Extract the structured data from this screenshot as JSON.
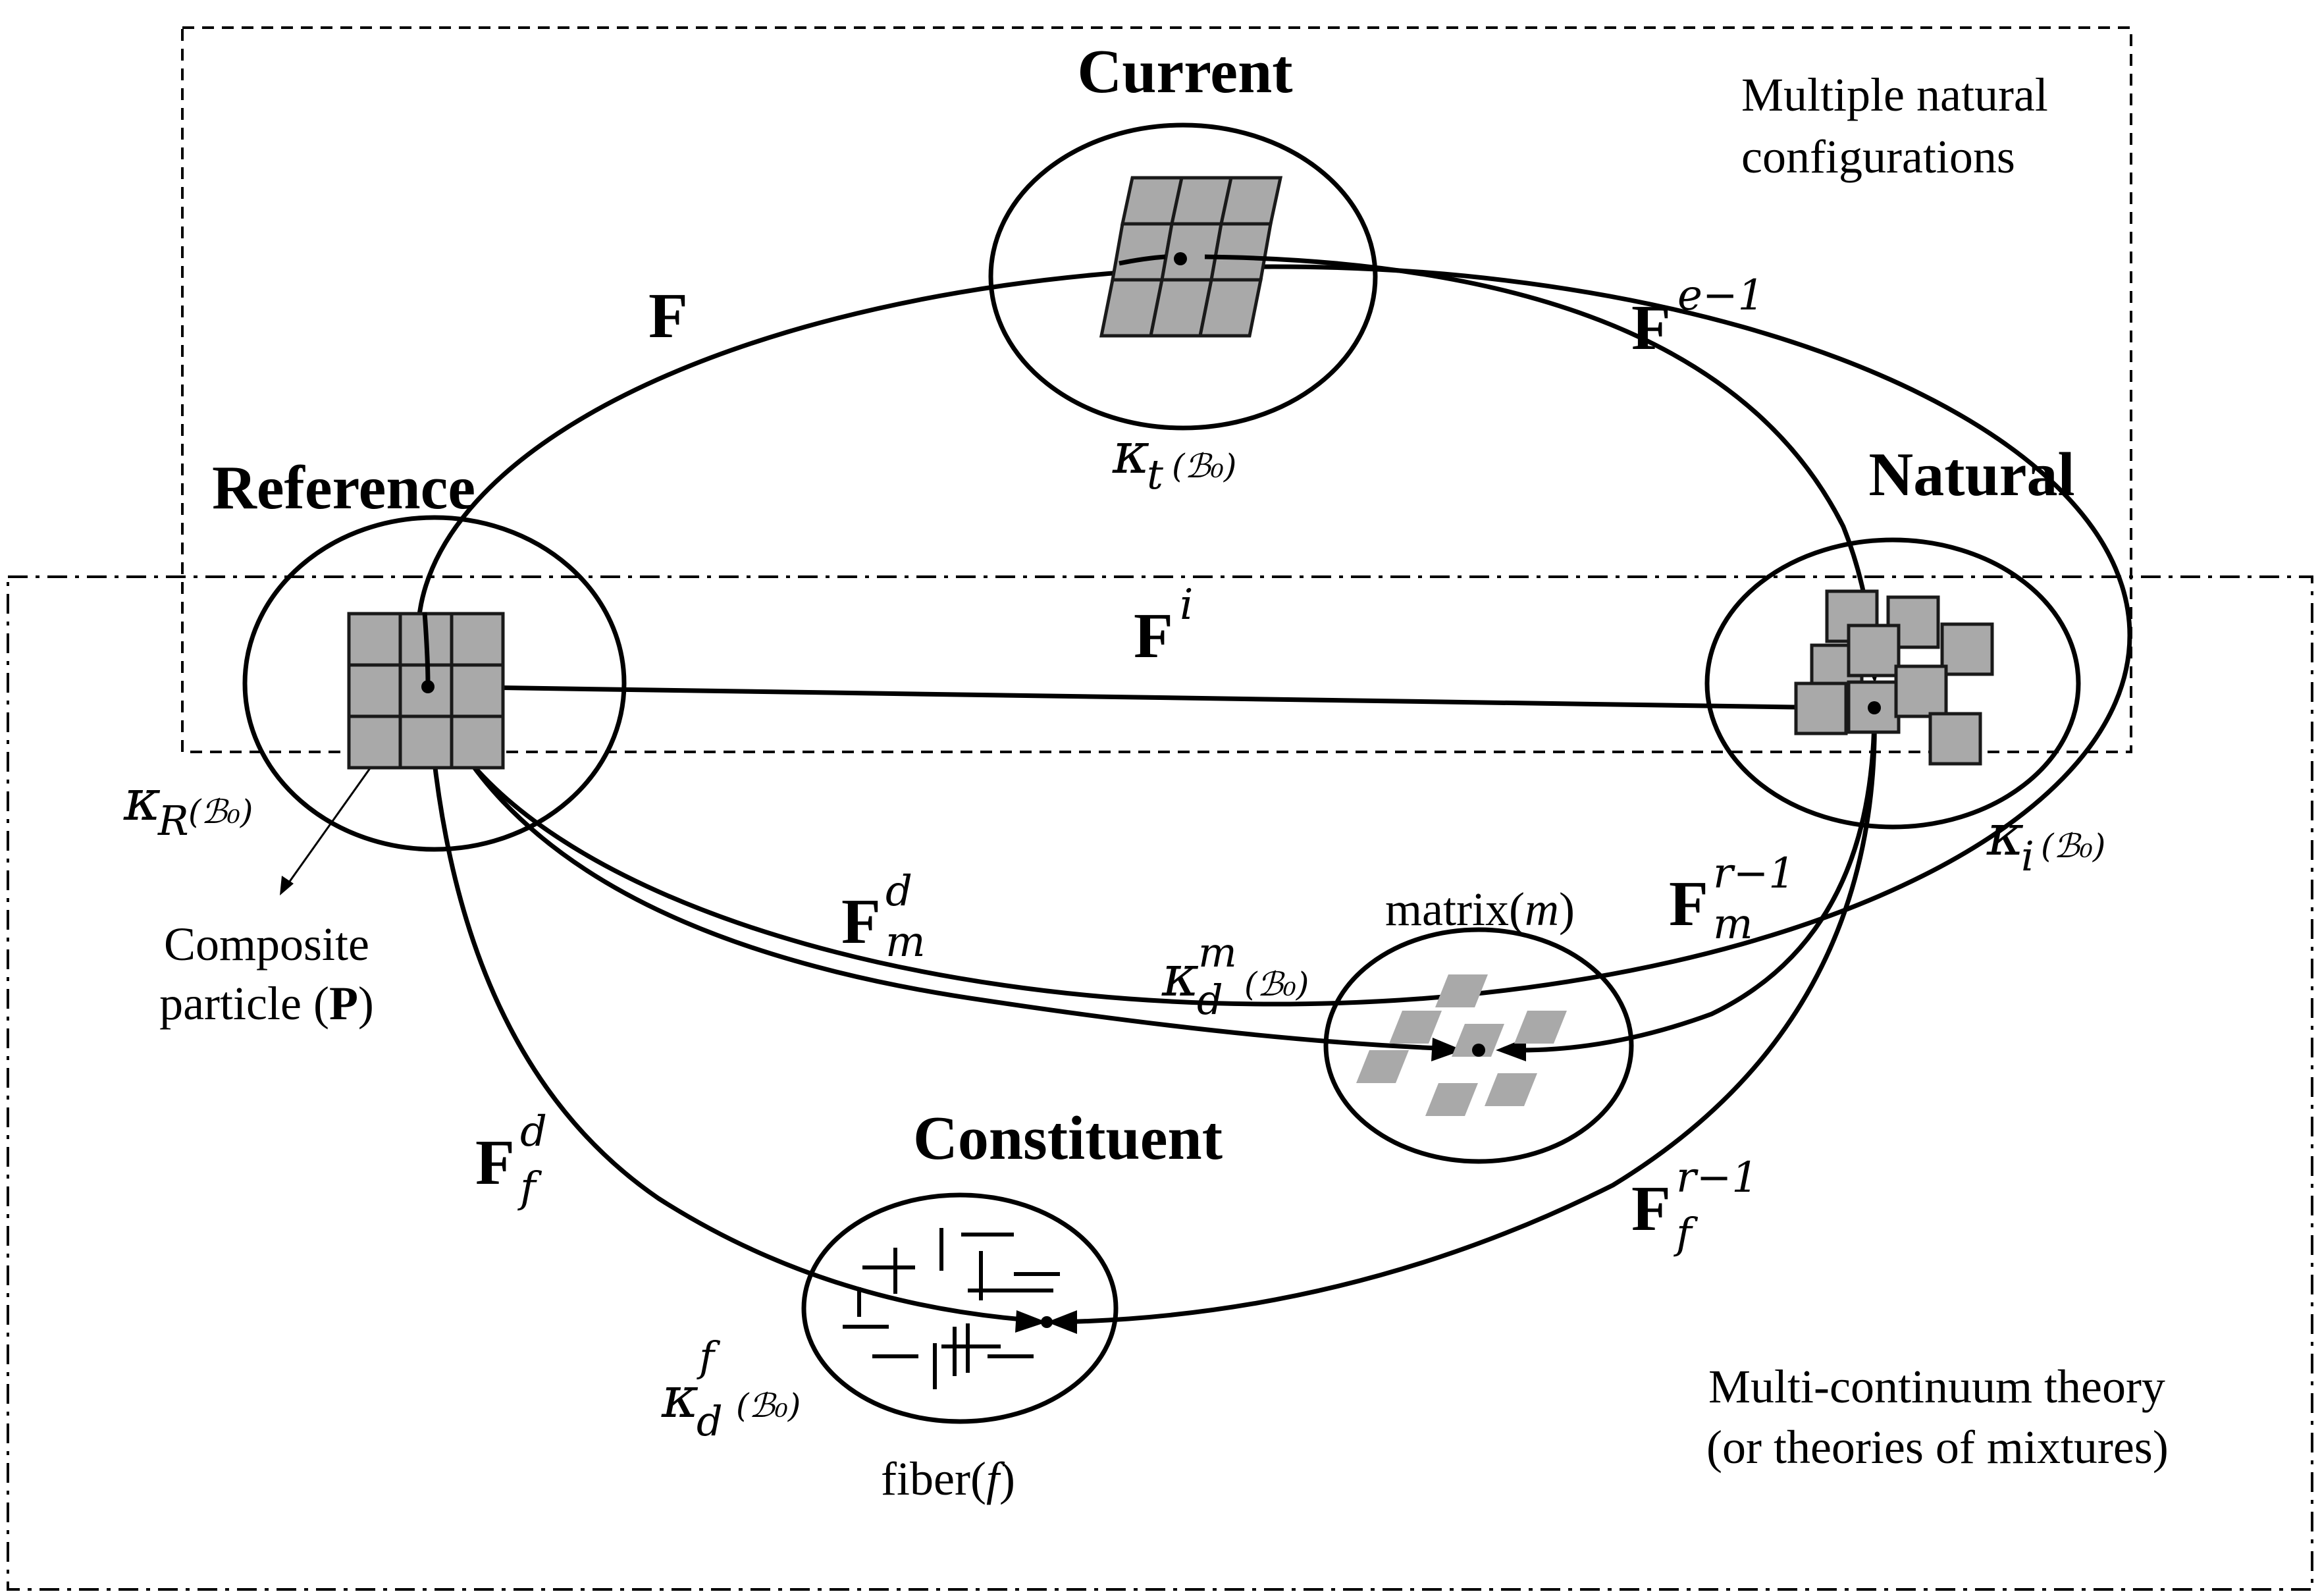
{
  "configurations": {
    "current": "Current",
    "reference": "Reference",
    "natural": "Natural",
    "constituent": "Constituent"
  },
  "notes": {
    "multiple_natural_line1": "Multiple natural",
    "multiple_natural_line2": "configurations",
    "multi_continuum_line1": "Multi-continuum theory",
    "multi_continuum_line2": "(or theories of mixtures)",
    "composite_line1": "Composite",
    "composite_line2_prefix": "particle (",
    "composite_line2_bold": "P",
    "composite_line2_suffix": ")",
    "matrix_prefix": "matrix(",
    "matrix_symbol": "m",
    "matrix_suffix": ")",
    "fiber_prefix": "fiber(",
    "fiber_symbol": "f",
    "fiber_suffix": ")"
  },
  "mappings": {
    "F": {
      "base": "F",
      "sup": "",
      "sub": ""
    },
    "Fe_inv": {
      "base": "F",
      "sup": "e−1",
      "sub": ""
    },
    "Fi": {
      "base": "F",
      "sup": "i",
      "sub": ""
    },
    "Fmd": {
      "base": "F",
      "sup": "d",
      "sub": "m"
    },
    "Fmr_inv": {
      "base": "F",
      "sup": "r−1",
      "sub": "m"
    },
    "Ffd": {
      "base": "F",
      "sup": "d",
      "sub": "f"
    },
    "Ffr_inv": {
      "base": "F",
      "sup": "r−1",
      "sub": "f"
    }
  },
  "kappas": {
    "t": {
      "symbol": "κ",
      "sub": "t",
      "sup": "",
      "body": "(ℬ₀)"
    },
    "R": {
      "symbol": "κ",
      "sub": "R",
      "sup": "",
      "body": "(ℬ₀)"
    },
    "i": {
      "symbol": "κ",
      "sub": "i",
      "sup": "",
      "body": "(ℬ₀)"
    },
    "dm": {
      "symbol": "κ",
      "sub": "d",
      "sup": "m",
      "body": "(ℬ₀)"
    },
    "df": {
      "symbol": "κ",
      "sub": "d",
      "sup": "f",
      "body": "(ℬ₀)"
    }
  },
  "colors": {
    "ink": "#000000",
    "cell_fill": "#a9a9a9",
    "background": "#ffffff"
  }
}
